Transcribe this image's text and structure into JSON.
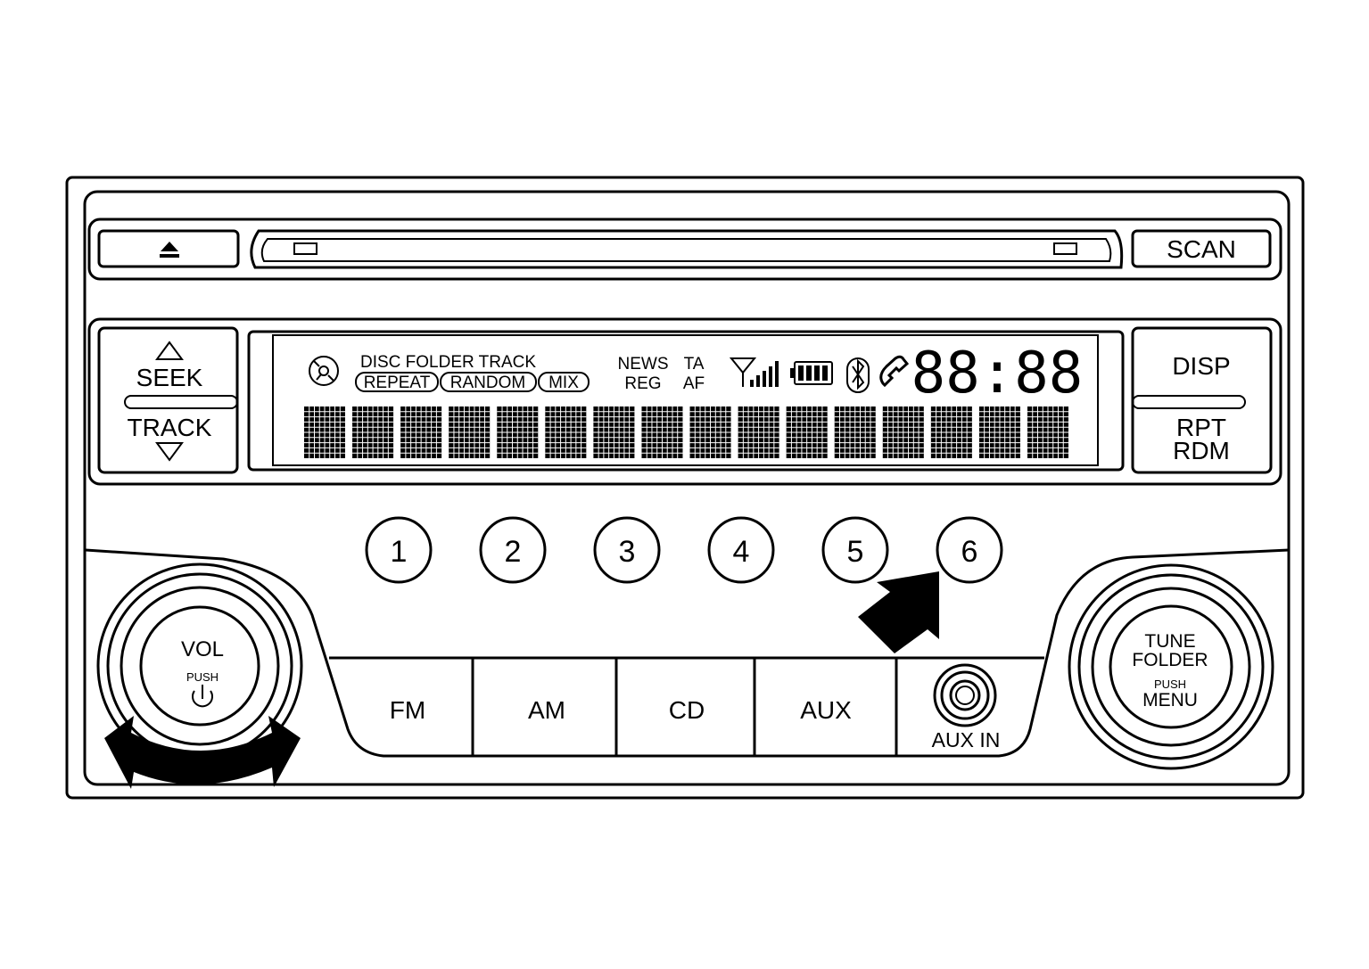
{
  "top_row": {
    "eject_icon": "eject-icon",
    "scan_label": "SCAN"
  },
  "seek_track": {
    "seek_label": "SEEK",
    "track_label": "TRACK",
    "up_icon": "triangle-up-icon",
    "down_icon": "triangle-down-icon"
  },
  "disp_rpt": {
    "disp_label": "DISP",
    "rpt_label": "RPT",
    "rdm_label": "RDM"
  },
  "display": {
    "disc_folder_track": "DISC FOLDER TRACK",
    "repeat": "REPEAT",
    "random": "RANDOM",
    "mix": "MIX",
    "news": "NEWS",
    "reg": "REG",
    "ta": "TA",
    "af": "AF",
    "clock": "88:88",
    "matrix_cells": 16,
    "icons": [
      "disc-icon",
      "antenna-signal-icon",
      "battery-icon",
      "bluetooth-icon",
      "phone-icon"
    ]
  },
  "presets": [
    "1",
    "2",
    "3",
    "4",
    "5",
    "6"
  ],
  "source_buttons": [
    "FM",
    "AM",
    "CD",
    "AUX"
  ],
  "aux_in_label": "AUX IN",
  "vol_knob": {
    "vol_label": "VOL",
    "push_label": "PUSH",
    "power_icon": "power-icon"
  },
  "tune_knob": {
    "tune_label": "TUNE",
    "folder_label": "FOLDER",
    "push_label": "PUSH",
    "menu_label": "MENU"
  },
  "colors": {
    "line": "#000000",
    "background": "#ffffff"
  }
}
